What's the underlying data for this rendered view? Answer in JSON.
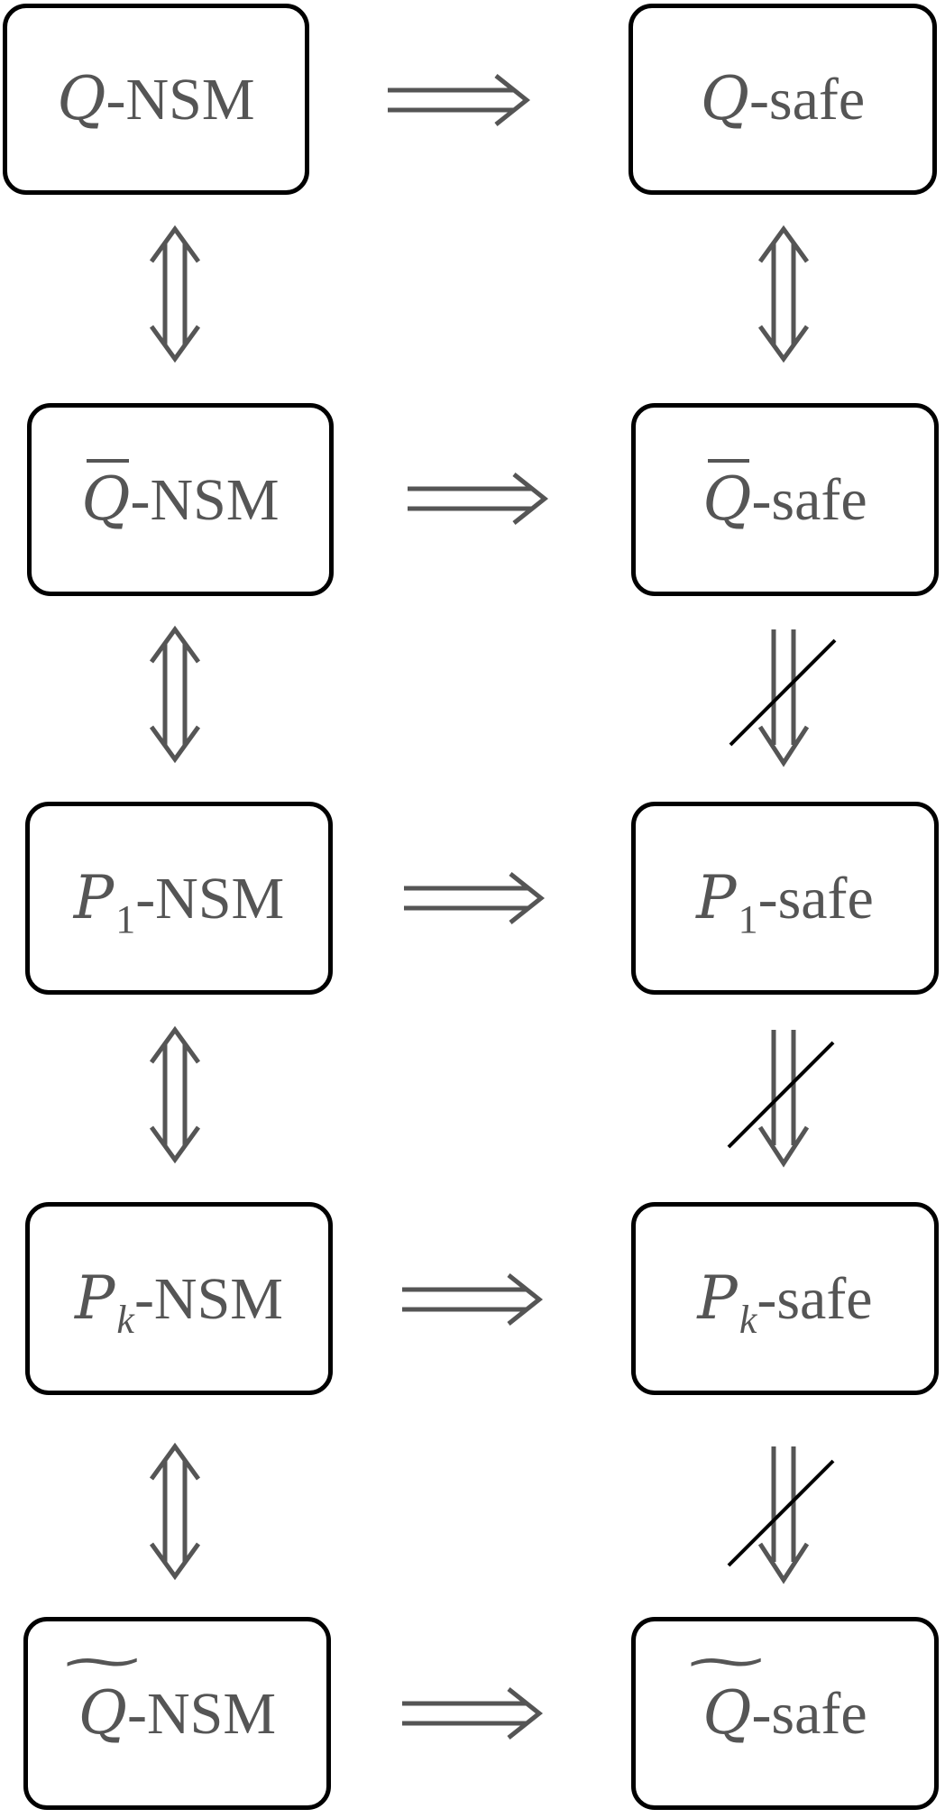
{
  "nodes": {
    "q_nsm": {
      "symbol": "Q",
      "suffix": "-NSM"
    },
    "q_safe": {
      "symbol": "Q",
      "suffix": "-safe"
    },
    "qbar_nsm": {
      "symbol": "Q",
      "suffix": "-NSM"
    },
    "qbar_safe": {
      "symbol": "Q",
      "suffix": "-safe"
    },
    "p1_nsm": {
      "symbol": "P",
      "subscript": "1",
      "suffix": "-NSM"
    },
    "p1_safe": {
      "symbol": "P",
      "subscript": "1",
      "suffix": "-safe"
    },
    "pk_nsm": {
      "symbol": "P",
      "subscript": "k",
      "suffix": "-NSM"
    },
    "pk_safe": {
      "symbol": "P",
      "subscript": "k",
      "suffix": "-safe"
    },
    "qtilde_nsm": {
      "symbol": "Q",
      "suffix": " -NSM"
    },
    "qtilde_safe": {
      "symbol": "Q",
      "suffix": " -safe"
    }
  },
  "colors": {
    "border": "#000000",
    "text": "#555555",
    "arrow": "#555555",
    "strike": "#000000"
  }
}
